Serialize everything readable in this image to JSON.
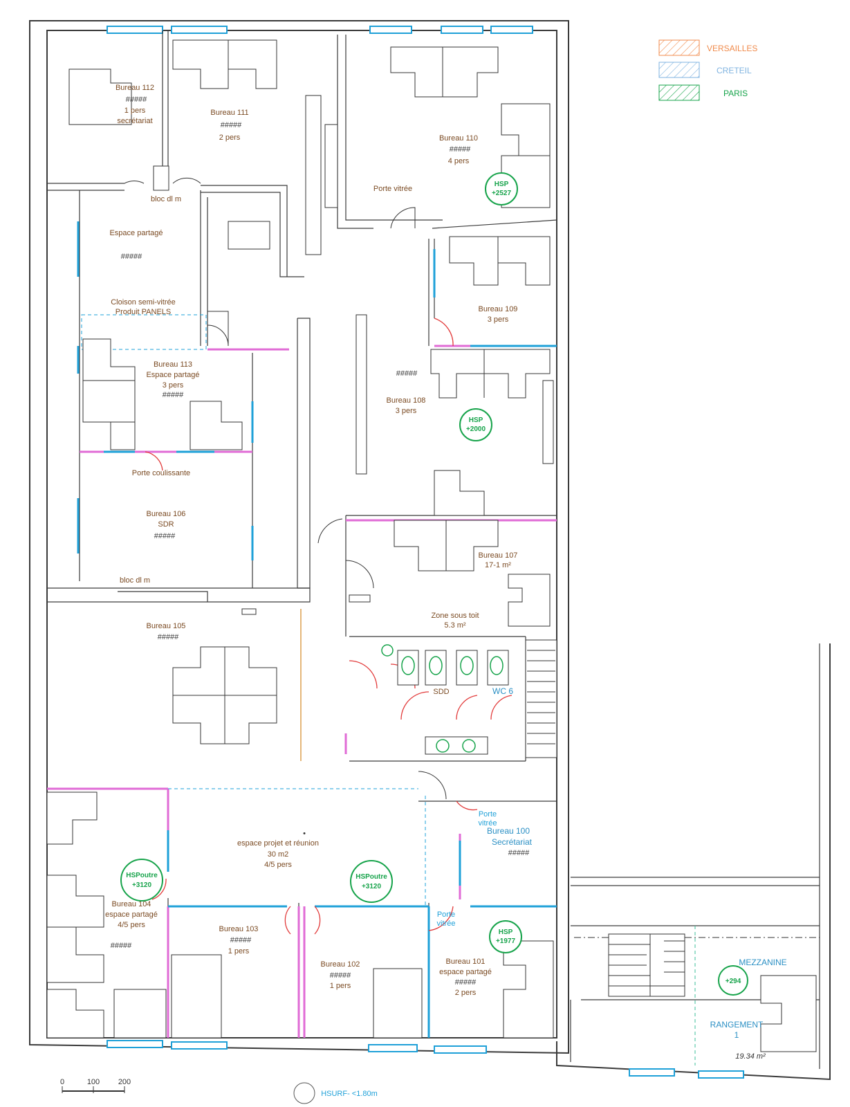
{
  "legend": [
    {
      "label": "VERSAILLES",
      "color": "#f08a4b"
    },
    {
      "label": "CRETEIL",
      "color": "#7fb3e0"
    },
    {
      "label": "PARIS",
      "color": "#16a34a"
    }
  ],
  "rooms": {
    "b112": {
      "title": "Bureau 112",
      "line2": "1 pers",
      "line3": "secrétariat"
    },
    "b111": {
      "title": "Bureau 111",
      "line2": "2 pers"
    },
    "b110": {
      "title": "Bureau 110",
      "line2": "4 pers"
    },
    "porte_vitree_110": "Porte vitrée",
    "bloc_top": "bloc dl m",
    "espace_partage": "Espace partagé",
    "cloison": {
      "line1": "Cloison semi-vitrée",
      "line2": "Produit PANELS"
    },
    "b113": {
      "title": "Bureau 113",
      "line2": "Espace partagé",
      "line3": "3 pers"
    },
    "porte_coulissante": "Porte coulissante",
    "b106": {
      "title": "Bureau 106",
      "line2": "SDR"
    },
    "bloc_bottom": "bloc dl m",
    "b109": {
      "title": "Bureau 109",
      "line2": "3 pers"
    },
    "b108": {
      "title": "Bureau 108",
      "line2": "3 pers"
    },
    "b107": {
      "title": "Bureau 107",
      "line2": "17-1 m²"
    },
    "zone_sous": {
      "line1": "Zone sous toit",
      "line2": "5.3 m²"
    },
    "b105": {
      "title": "Bureau 105"
    },
    "sdd": "SDD",
    "wc": "WC 6",
    "espace_projet": {
      "line1": "espace projet et réunion",
      "line2": "30 m2",
      "line3": "4/5 pers"
    },
    "porte_vitree_100": {
      "line1": "Porte",
      "line2": "vitrée"
    },
    "b100": {
      "title": "Bureau 100",
      "line2": "Secrétariat"
    },
    "b104": {
      "title": "Bureau 104",
      "line2": "espace partagé",
      "line3": "4/5 pers"
    },
    "b103": {
      "title": "Bureau 103",
      "line2": "1 pers"
    },
    "b102": {
      "title": "Bureau 102",
      "line2": "1 pers"
    },
    "porte_vitree_101": {
      "line1": "Porte",
      "line2": "vitrée"
    },
    "b101": {
      "title": "Bureau 101",
      "line2": "espace partagé",
      "line3": "2 pers"
    },
    "mezzanine": "MEZZANINE",
    "rangement": {
      "line1": "RANGEMENT",
      "line2": "1",
      "area": "19.34 m²"
    }
  },
  "hsp": [
    {
      "line1": "HSP",
      "line2": "+2527"
    },
    {
      "line1": "HSP",
      "line2": "+2000"
    },
    {
      "line1": "HSPoutre",
      "line2": "+3120"
    },
    {
      "line1": "HSPoutre",
      "line2": "+3120"
    },
    {
      "line1": "HSP",
      "line2": "+1977"
    },
    {
      "line1": "",
      "line2": "+294"
    }
  ],
  "code": "#####",
  "scale": {
    "t0": "0",
    "t1": "100",
    "t2": "200"
  },
  "surface_note": "HSURF- <1.80m"
}
